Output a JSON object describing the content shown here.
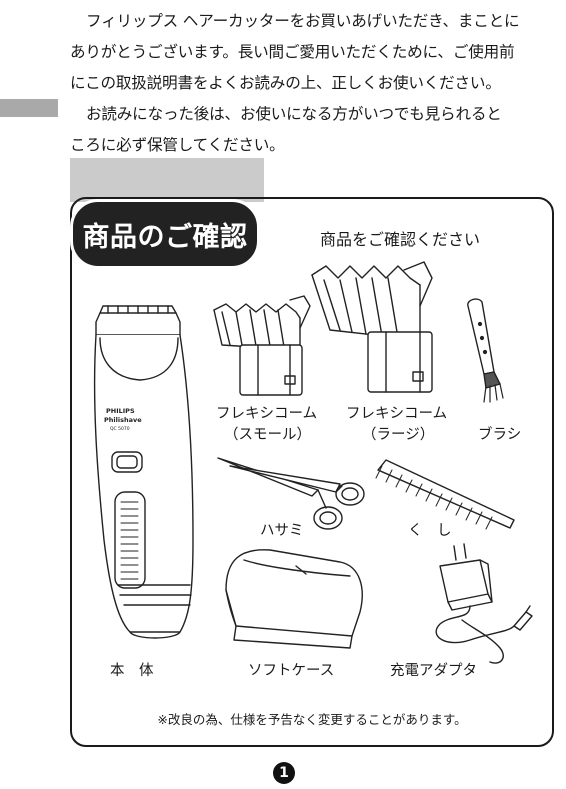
{
  "intro": {
    "paragraph1": [
      "フィリップス ヘアーカッターをお買いあげいただき、まことに",
      "ありがとうございます。長い間ご愛用いただくために、ご使用前",
      "にこの取扱説明書をよくお読みの上、正しくお使いください。"
    ],
    "paragraph2": [
      "お読みになった後は、お使いになる方がいつでも見られると",
      "ころに必ず保管してください。"
    ]
  },
  "section": {
    "title": "商品のご確認",
    "subtitle": "商品をご確認ください"
  },
  "items": {
    "comb_small_1": "フレキシコーム",
    "comb_small_2": "（スモール）",
    "comb_large_1": "フレキシコーム",
    "comb_large_2": "（ラージ）",
    "brush": "ブラシ",
    "scissors": "ハサミ",
    "comb": "く　し",
    "body": "本　体",
    "soft_case": "ソフトケース",
    "adapter": "充電アダプタ"
  },
  "device_text": {
    "brand": "PHILIPS",
    "model_name": "Philishave",
    "model_code": "QC 5070"
  },
  "note": "※改良の為、仕様を予告なく変更することがあります。",
  "page_number": "1",
  "colors": {
    "title_bg": "#222222",
    "strip": "#cbcbcb",
    "edge_tab": "#a9a9a9"
  }
}
